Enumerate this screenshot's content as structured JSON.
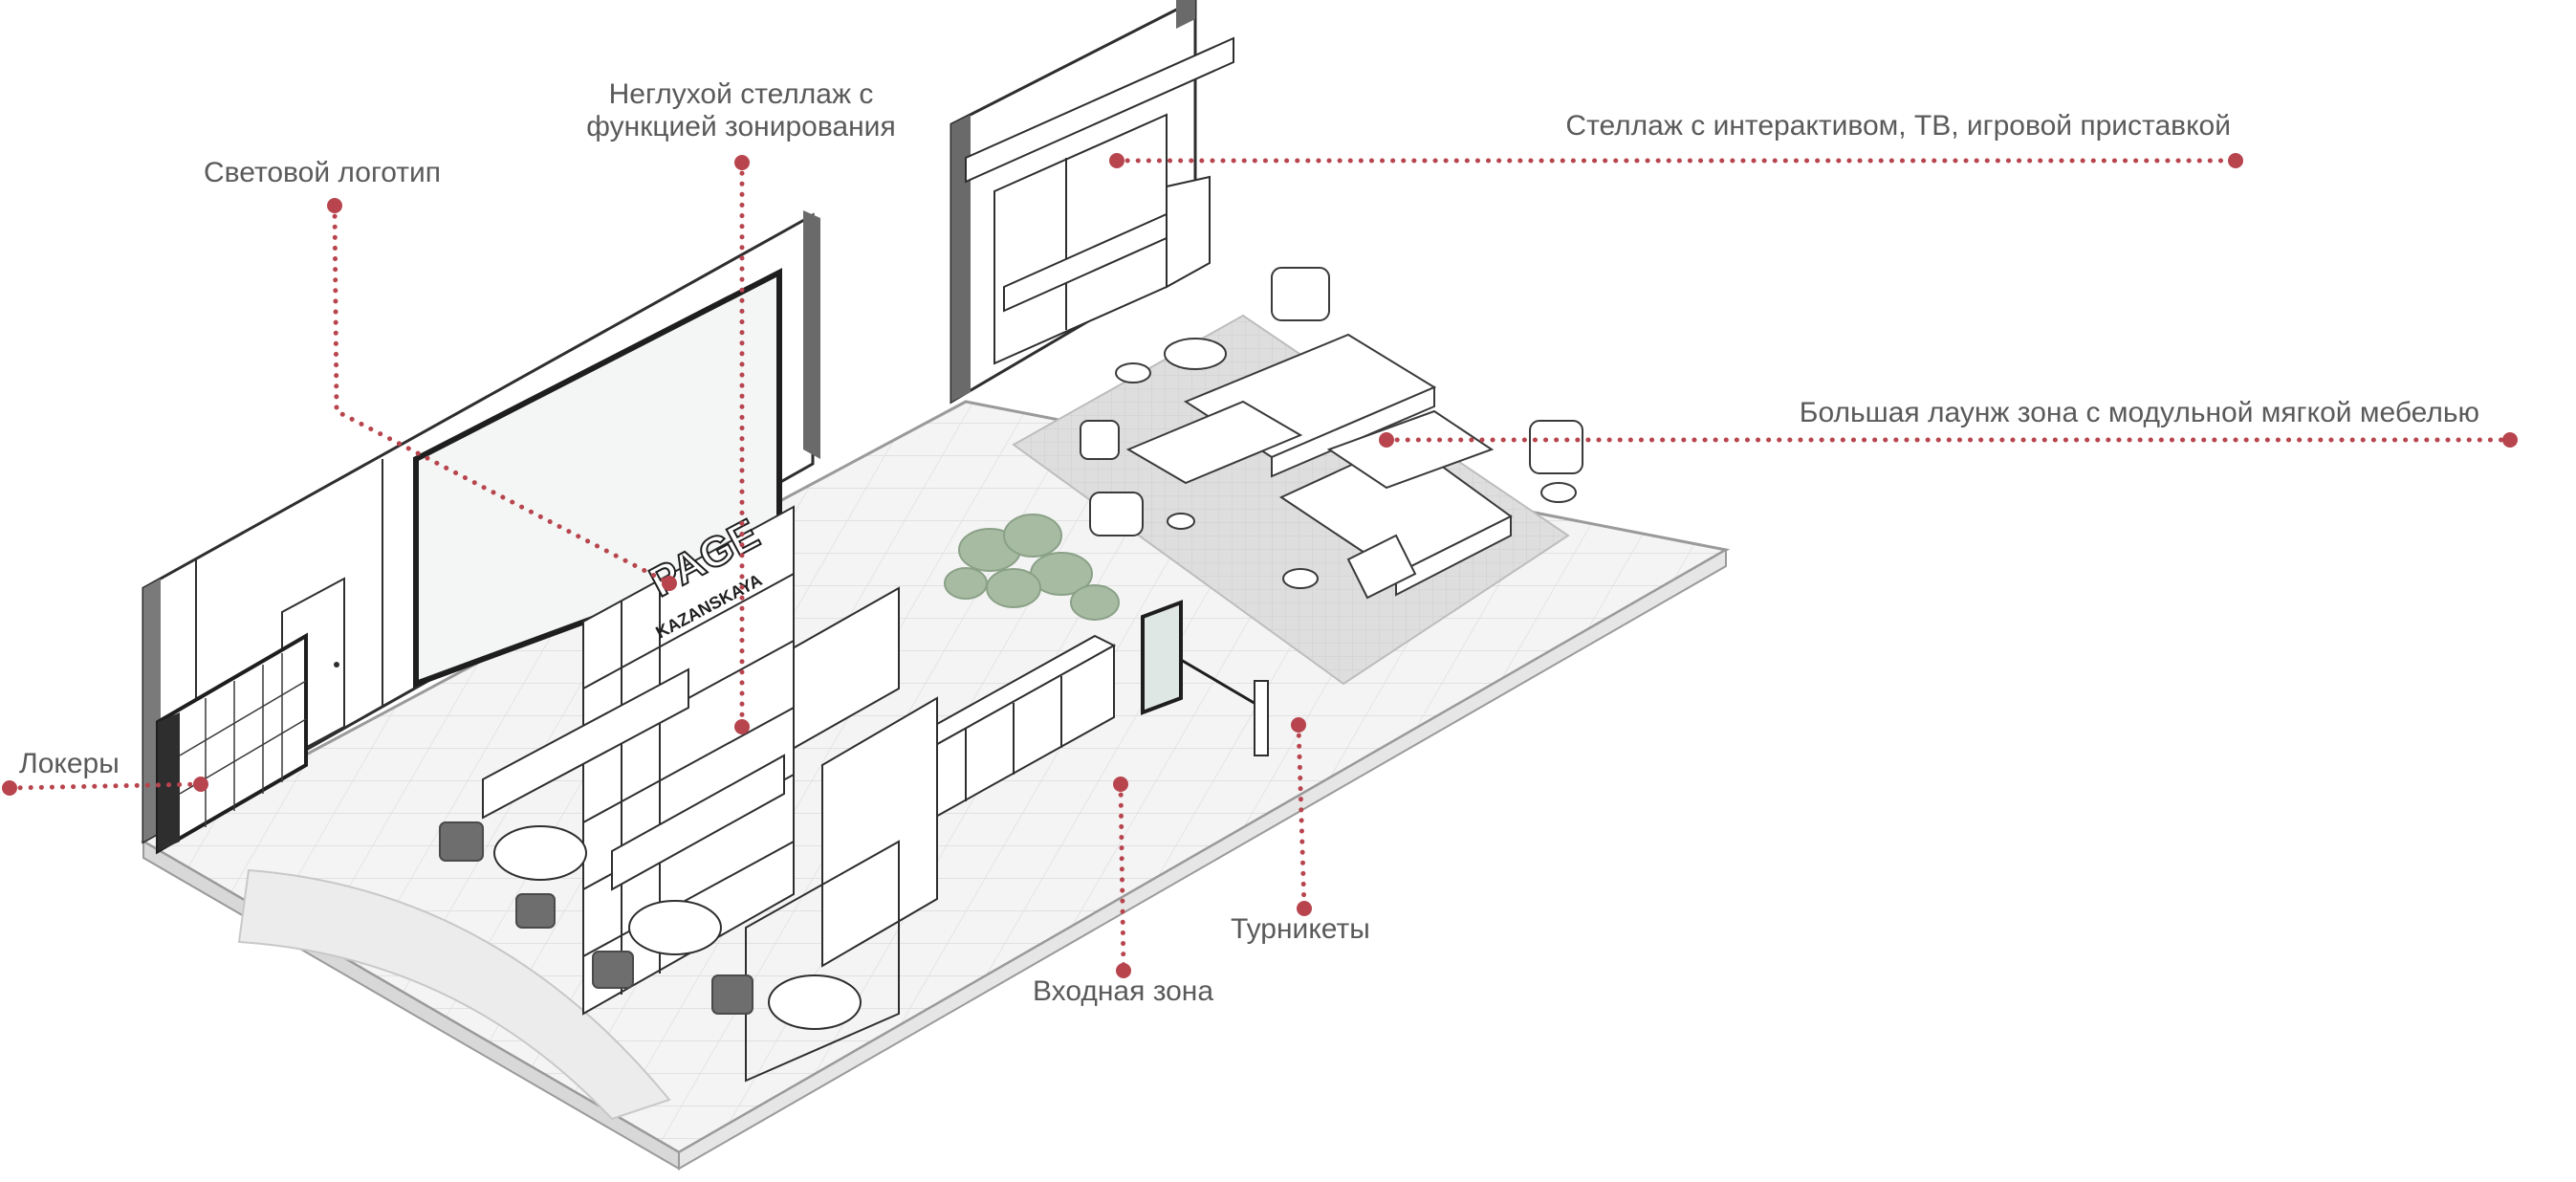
{
  "colors": {
    "accent": "#b8454e",
    "line": "#3a3a3a",
    "light_line": "#bdbdbd",
    "floor": "#f2f2f2",
    "carpet": "#d9d9d9",
    "plant": "#9fb59b",
    "text": "#5a5a5a"
  },
  "callouts": {
    "shelf_zoning": {
      "line1": "Неглухой стеллаж с",
      "line2": "функцией зонирования"
    },
    "light_logo": {
      "text": "Световой логотип"
    },
    "shelf_tv": {
      "text": "Стеллаж с интерактивом,  ТВ, игровой приставкой"
    },
    "lounge": {
      "text": "Большая лаунж зона с модульной мягкой мебелью"
    },
    "lockers": {
      "text": "Локеры"
    },
    "turnstiles": {
      "text": "Турникеты"
    },
    "entrance": {
      "text": "Входная зона"
    }
  },
  "sign": {
    "line1": "PAGE",
    "line2": "KAZANSKAYA"
  }
}
